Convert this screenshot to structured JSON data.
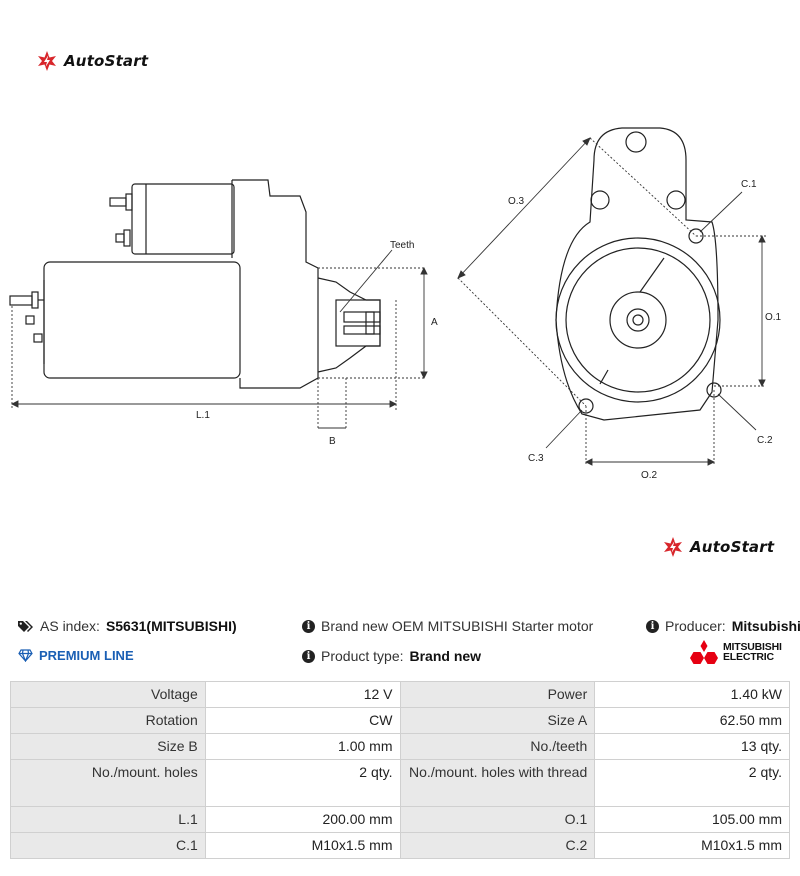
{
  "brand": {
    "name": "AutoStart"
  },
  "diagram": {
    "labels": {
      "teeth": "Teeth",
      "a": "A",
      "b": "B",
      "l1": "L.1",
      "o1": "O.1",
      "o2": "O.2",
      "o3": "O.3",
      "c1": "C.1",
      "c2": "C.2",
      "c3": "C.3"
    }
  },
  "info": {
    "as_index_label": "AS index:",
    "as_index_value": "S5631(MITSUBISHI)",
    "brand_text": "Brand new OEM MITSUBISHI Starter motor",
    "producer_label": "Producer:",
    "producer_value": "Mitsubishi",
    "premium": "PREMIUM LINE",
    "product_type_label": "Product type:",
    "product_type_value": "Brand new",
    "producer_logo_line1": "MITSUBISHI",
    "producer_logo_line2": "ELECTRIC"
  },
  "specs": [
    [
      "Voltage",
      "12 V",
      "Power",
      "1.40 kW"
    ],
    [
      "Rotation",
      "CW",
      "Size A",
      "62.50 mm"
    ],
    [
      "Size B",
      "1.00 mm",
      "No./teeth",
      "13 qty."
    ],
    [
      "No./mount. holes",
      "2 qty.",
      "No./mount. holes with thread",
      "2 qty."
    ],
    [
      "L.1",
      "200.00 mm",
      "O.1",
      "105.00 mm"
    ],
    [
      "C.1",
      "M10x1.5 mm",
      "C.2",
      "M10x1.5 mm"
    ]
  ]
}
